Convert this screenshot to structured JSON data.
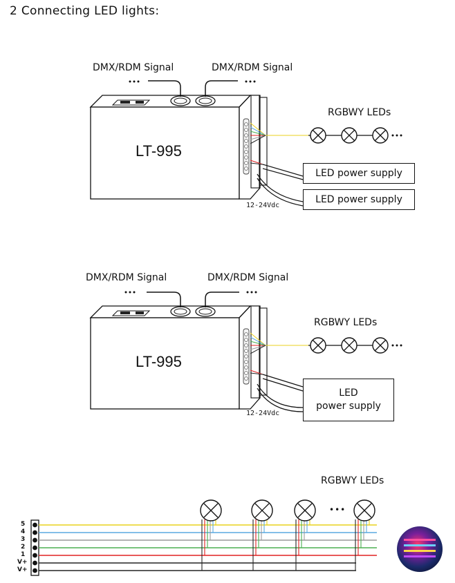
{
  "heading": "2 Connecting LED lights:",
  "diagram1": {
    "signal_in": "DMX/RDM Signal",
    "signal_out": "DMX/RDM Signal",
    "model": "LT-995",
    "leds_label": "RGBWY LEDs",
    "psu1": "LED power supply",
    "psu2": "LED power supply",
    "voltage": "12-24Vdc"
  },
  "diagram2": {
    "signal_in": "DMX/RDM Signal",
    "signal_out": "DMX/RDM Signal",
    "model": "LT-995",
    "leds_label": "RGBWY LEDs",
    "psu_line1": "LED",
    "psu_line2": "power supply",
    "voltage": "12-24Vdc"
  },
  "diagram3": {
    "leds_label": "RGBWY LEDs",
    "ellipsis": "•••",
    "pins": [
      "5",
      "4",
      "3",
      "2",
      "1",
      "V+",
      "V+"
    ]
  },
  "colors": {
    "ch5": "#e8d21c",
    "ch4": "#5aa8e0",
    "ch3": "#9a9a9a",
    "ch2": "#4caf50",
    "ch1": "#e02020",
    "vplus": "#222222"
  }
}
